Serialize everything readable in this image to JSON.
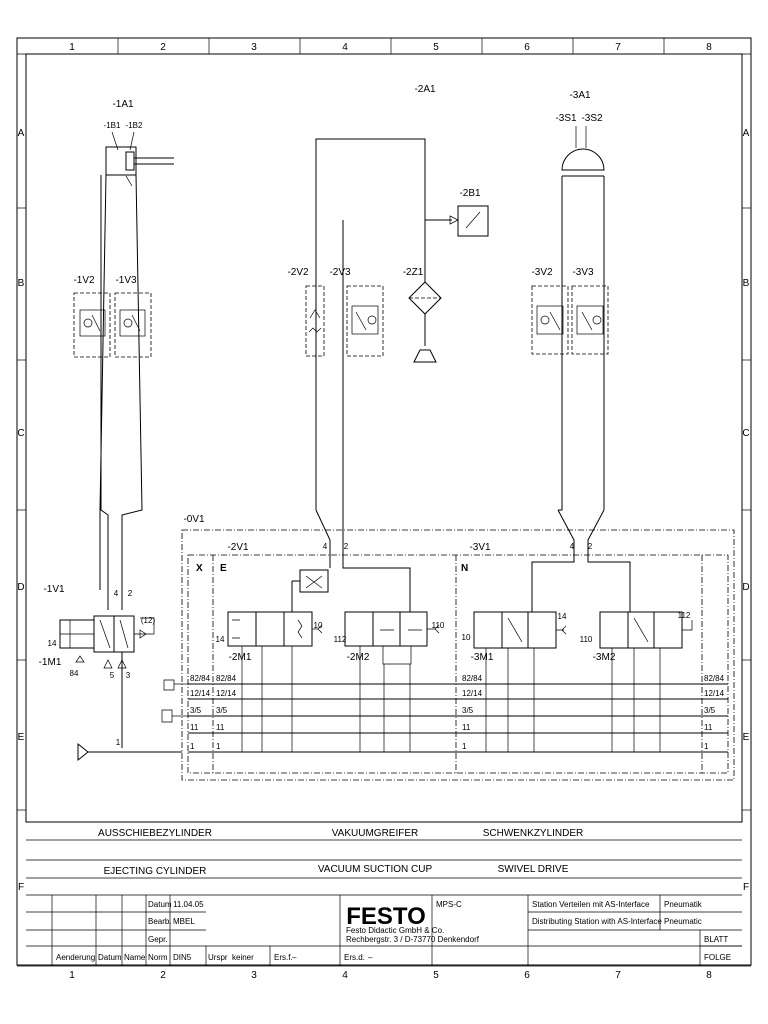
{
  "grid": {
    "columns": [
      "1",
      "2",
      "3",
      "4",
      "5",
      "6",
      "7",
      "8"
    ],
    "rows": [
      "A",
      "B",
      "C",
      "D",
      "E",
      "F"
    ]
  },
  "components": {
    "a1_1": "-1A1",
    "b1_1": "-1B1",
    "b2_1": "-1B2",
    "v2_1": "-1V2",
    "v3_1": "-1V3",
    "v1_1": "-1V1",
    "m1_1": "-1M1",
    "a1_2": "-2A1",
    "b1_2": "-2B1",
    "v2_2": "-2V2",
    "v3_2": "-2V3",
    "z1_2": "-2Z1",
    "v1_2": "-2V1",
    "m1_2": "-2M1",
    "m2_2": "-2M2",
    "a1_3": "-3A1",
    "s1_3": "-3S1",
    "s2_3": "-3S2",
    "v2_3": "-3V2",
    "v3_3": "-3V3",
    "v1_3": "-3V1",
    "m1_3": "-3M1",
    "m2_3": "-3M2",
    "v1_0": "-0V1"
  },
  "ports": {
    "p4": "4",
    "p2": "2",
    "p12": "(12)",
    "p14": "14",
    "p84": "84",
    "p5": "5",
    "p3": "3",
    "p10": "10",
    "p110": "110",
    "p112": "112",
    "p1": "1"
  },
  "sections": {
    "x": "X",
    "e": "E",
    "n": "N"
  },
  "manifold": [
    "82/84",
    "12/14",
    "3/5",
    "11",
    "1"
  ],
  "title_block": {
    "names_de": [
      "AUSSCHIEBEZYLINDER",
      "VAKUUMGREIFER",
      "SCHWENKZYLINDER"
    ],
    "names_en": [
      "EJECTING CYLINDER",
      "VACUUM SUCTION CUP",
      "SWIVEL DRIVE"
    ],
    "datum_label": "Datum",
    "datum_value": "11.04.05",
    "bearb_label": "Bearb.",
    "bearb_value": "MBEL",
    "gepr_label": "Gepr.",
    "norm_label": "Norm",
    "norm_value": "DIN5",
    "aenderung": "Aenderung",
    "datum2": "Datum",
    "name": "Name",
    "urspr": "Urspr",
    "keiner": "keiner",
    "ersf": "Ers.f.",
    "ersd": "Ers.d.",
    "dash": "–",
    "logo": "FESTO",
    "company": "Festo Didactic GmbH & Co.",
    "address": "Rechbergstr. 3 / D-73770 Denkendorf",
    "mps": "MPS-C",
    "station_de": "Station Verteilen mit AS-Interface",
    "station_en": "Distributing Station with AS-Interface",
    "type_de": "Pneumatik",
    "type_en": "Pneumatic",
    "blatt": "BLATT",
    "folge": "FOLGE"
  }
}
